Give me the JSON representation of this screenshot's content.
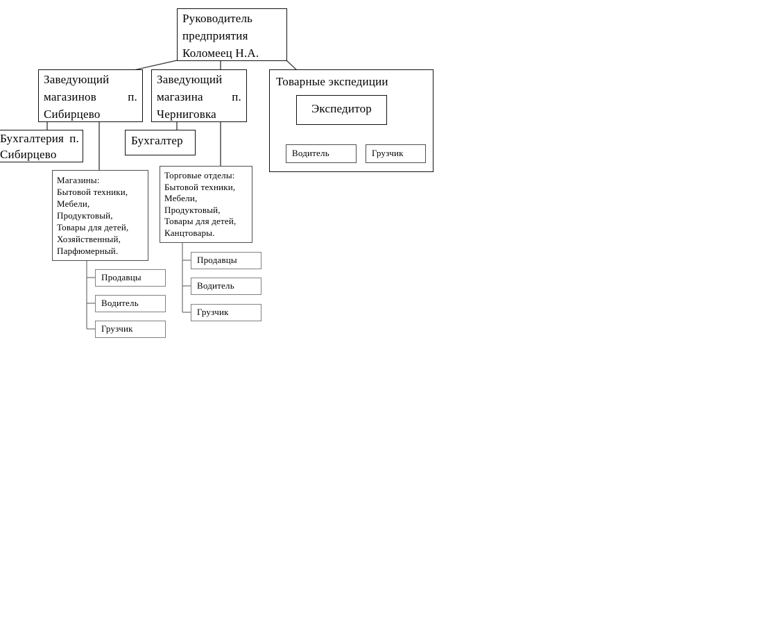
{
  "colors": {
    "background": "#ffffff",
    "box_border_dark": "#111111",
    "box_border_light": "#808080",
    "connector": "#555555",
    "text": "#000000"
  },
  "diagram": {
    "director": {
      "label": "Руководитель предприятия Коломеец Н.А."
    },
    "manager_sibirtsevo": {
      "label": "Заведующий магазинов п. Сибирцево"
    },
    "manager_chernigovka": {
      "label": "Заведующий магазина п. Черниговка"
    },
    "accounting_sibirtsevo": {
      "label": "Бухгалтерия п. Сибирцево"
    },
    "accountant": {
      "label": "Бухгалтер"
    },
    "expeditions": {
      "label": "Товарные экспедиции",
      "expeditor": "Экспедитор",
      "driver": "Водитель",
      "loader": "Грузчик"
    },
    "stores_list": {
      "lines": [
        "Магазины:",
        "Бытовой техники,",
        "Мебели,",
        "Продуктовый,",
        "Товары для детей,",
        "Хозяйственный,",
        "Парфюмерный."
      ]
    },
    "departments_list": {
      "lines": [
        "Торговые отделы:",
        "Бытовой техники,",
        "Мебели,",
        "Продуктовый,",
        "Товары для детей,",
        "Канцтовары."
      ]
    },
    "store_staff": [
      "Продавцы",
      "Водитель",
      "Грузчик"
    ],
    "dept_staff": [
      "Продавцы",
      "Водитель",
      "Грузчик"
    ]
  }
}
